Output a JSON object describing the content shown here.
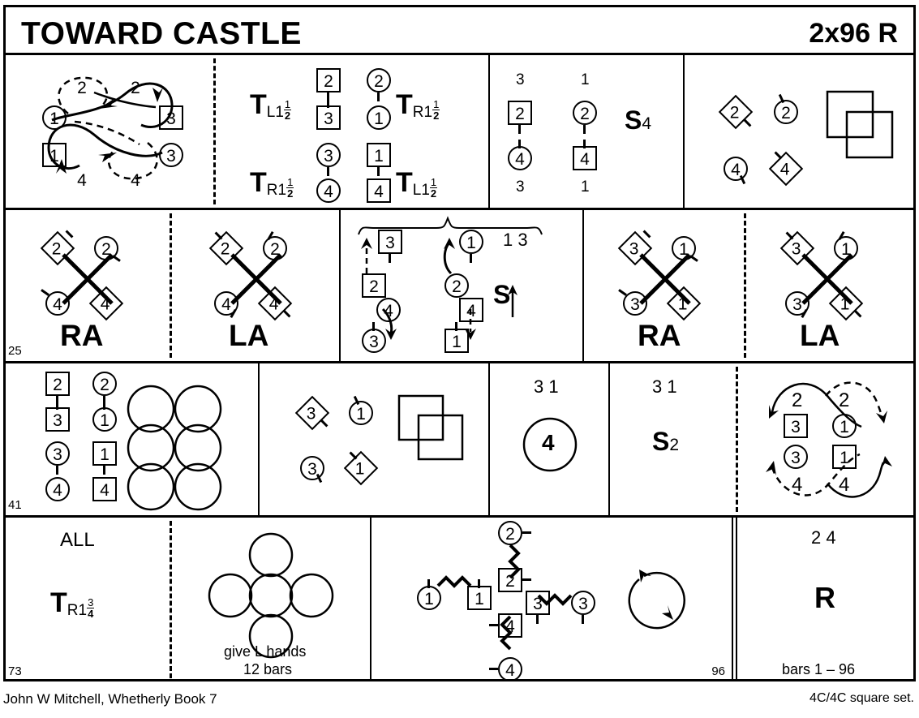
{
  "header": {
    "title": "TOWARD CASTLE",
    "tempo": "2x96 R"
  },
  "footer": {
    "author": "John W Mitchell, Whetherly Book 7",
    "set": "4C/4C  square set."
  },
  "bars": {
    "row2_start": "25",
    "row3_start": "41",
    "row4_start": "73",
    "row4_end": "96"
  },
  "row1": {
    "cell1": {
      "dancers": [
        "2",
        "2",
        "1",
        "3",
        "1",
        "3",
        "4",
        "4"
      ]
    },
    "cell2": {
      "turn_tl": "T",
      "turn_tl_sub": "L1",
      "turn_tl_frac": "1/2",
      "turn_tr": "T",
      "turn_tr_sub": "R1",
      "turn_tr_frac": "1/2",
      "turn_bl": "T",
      "turn_bl_sub": "R1",
      "turn_bl_frac": "1/2",
      "turn_br": "T",
      "turn_br_sub": "L1",
      "turn_br_frac": "1/2",
      "tokens": [
        "2",
        "2",
        "3",
        "1",
        "3",
        "1",
        "4",
        "4"
      ]
    },
    "cell3": {
      "top_left_pos": "3",
      "top_right_pos": "1",
      "bottom_left_pos": "3",
      "bottom_right_pos": "1",
      "tokens": [
        "2",
        "2",
        "4",
        "4"
      ],
      "figure": "S",
      "figure_sub": "4"
    },
    "cell4": {
      "tokens": [
        "2",
        "2",
        "4",
        "4"
      ]
    }
  },
  "row2": {
    "cell1": {
      "tokens": [
        "2",
        "2",
        "4",
        "4"
      ],
      "label": "RA"
    },
    "cell2": {
      "tokens": [
        "2",
        "2",
        "4",
        "4"
      ],
      "label": "LA"
    },
    "cell3": {
      "brace_label": "1 3",
      "tokens": [
        "3",
        "1",
        "2",
        "2",
        "4",
        "4",
        "3",
        "1"
      ],
      "figure": "S",
      "figure_arrow": "up"
    },
    "cell4": {
      "tokens": [
        "3",
        "1",
        "3",
        "1"
      ],
      "label": "RA"
    },
    "cell5": {
      "tokens": [
        "3",
        "1",
        "3",
        "1"
      ],
      "label": "LA"
    }
  },
  "row3": {
    "cell1": {
      "tokens": [
        "2",
        "2",
        "3",
        "1",
        "3",
        "1",
        "4",
        "4"
      ]
    },
    "cell2": {
      "tokens": [
        "3",
        "1",
        "3",
        "1"
      ]
    },
    "cell3": {
      "pos_label": "3 1",
      "token": "4"
    },
    "cell4": {
      "pos_label": "3 1",
      "figure": "S",
      "figure_sub": "2"
    },
    "cell5": {
      "tokens": [
        "2",
        "2",
        "3",
        "1",
        "3",
        "1",
        "4",
        "4"
      ]
    }
  },
  "row4": {
    "cell1": {
      "all_label": "ALL",
      "turn": "T",
      "turn_sub": "R1",
      "turn_frac": "3/4"
    },
    "cell2": {
      "caption": "give L hands",
      "bars_label": "12 bars"
    },
    "cell3": {
      "tokens": [
        "2",
        "2",
        "1",
        "1",
        "3",
        "3",
        "4",
        "4"
      ]
    },
    "cell4": {
      "pos_label": "2 4",
      "figure": "R",
      "bars_label": "bars 1 – 96"
    }
  }
}
